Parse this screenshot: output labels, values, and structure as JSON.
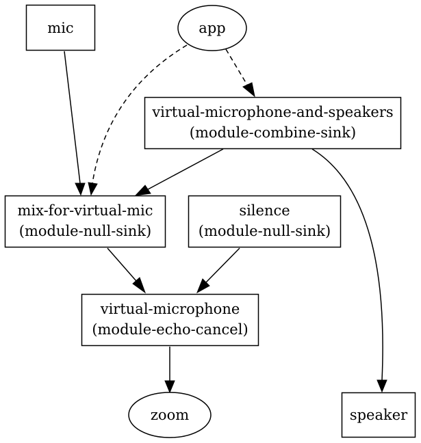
{
  "nodes": {
    "mic": {
      "label": "mic"
    },
    "app": {
      "label": "app"
    },
    "combine_sink": {
      "line1": "virtual-microphone-and-speakers",
      "line2": "(module-combine-sink)"
    },
    "mix_null_sink": {
      "line1": "mix-for-virtual-mic",
      "line2": "(module-null-sink)"
    },
    "silence_null_sink": {
      "line1": "silence",
      "line2": "(module-null-sink)"
    },
    "echo_cancel": {
      "line1": "virtual-microphone",
      "line2": "(module-echo-cancel)"
    },
    "zoom": {
      "label": "zoom"
    },
    "speaker": {
      "label": "speaker"
    }
  },
  "edges": [
    {
      "from": "mic",
      "to": "mix-for-virtual-mic",
      "style": "solid"
    },
    {
      "from": "app",
      "to": "mix-for-virtual-mic",
      "style": "dashed"
    },
    {
      "from": "app",
      "to": "virtual-microphone-and-speakers",
      "style": "dashed"
    },
    {
      "from": "virtual-microphone-and-speakers",
      "to": "mix-for-virtual-mic",
      "style": "solid"
    },
    {
      "from": "virtual-microphone-and-speakers",
      "to": "speaker",
      "style": "solid"
    },
    {
      "from": "mix-for-virtual-mic",
      "to": "virtual-microphone",
      "style": "solid"
    },
    {
      "from": "silence",
      "to": "virtual-microphone",
      "style": "solid"
    },
    {
      "from": "virtual-microphone",
      "to": "zoom",
      "style": "solid"
    }
  ]
}
